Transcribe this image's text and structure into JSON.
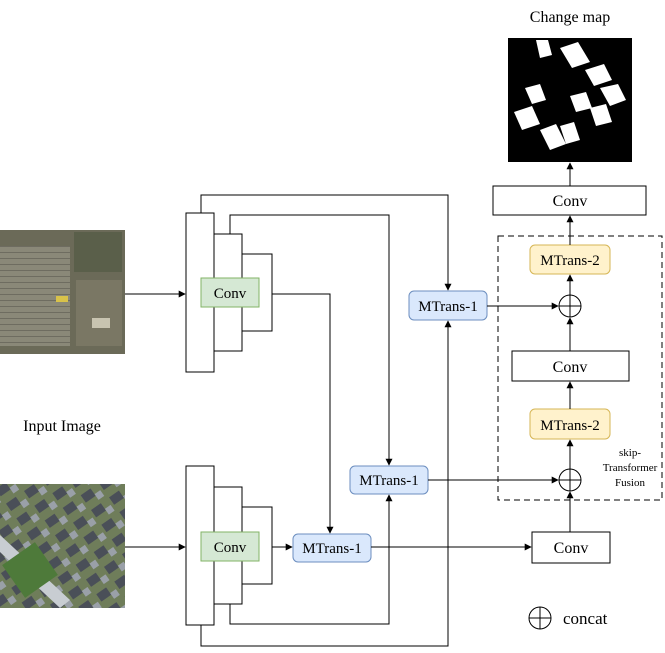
{
  "title": "Change map",
  "input_label": "Input Image",
  "fusion_label": [
    "skip-",
    "Transformer",
    "Fusion"
  ],
  "legend_label": "concat",
  "blocks": {
    "conv_top_encoder": "Conv",
    "conv_bottom_encoder": "Conv",
    "mtrans1_bottom": "MTrans-1",
    "mtrans1_middle": "MTrans-1",
    "mtrans1_top": "MTrans-1",
    "mtrans2_lower": "MTrans-2",
    "mtrans2_upper": "MTrans-2",
    "conv_decoder_bottom": "Conv",
    "conv_decoder_middle": "Conv",
    "conv_output": "Conv"
  },
  "colors": {
    "conv_green_fill": "#d5e8d4",
    "conv_green_stroke": "#82b366",
    "mtrans1_fill": "#dae8fc",
    "mtrans1_stroke": "#6c8ebf",
    "mtrans2_fill": "#fff2cc",
    "mtrans2_stroke": "#d6b656"
  }
}
